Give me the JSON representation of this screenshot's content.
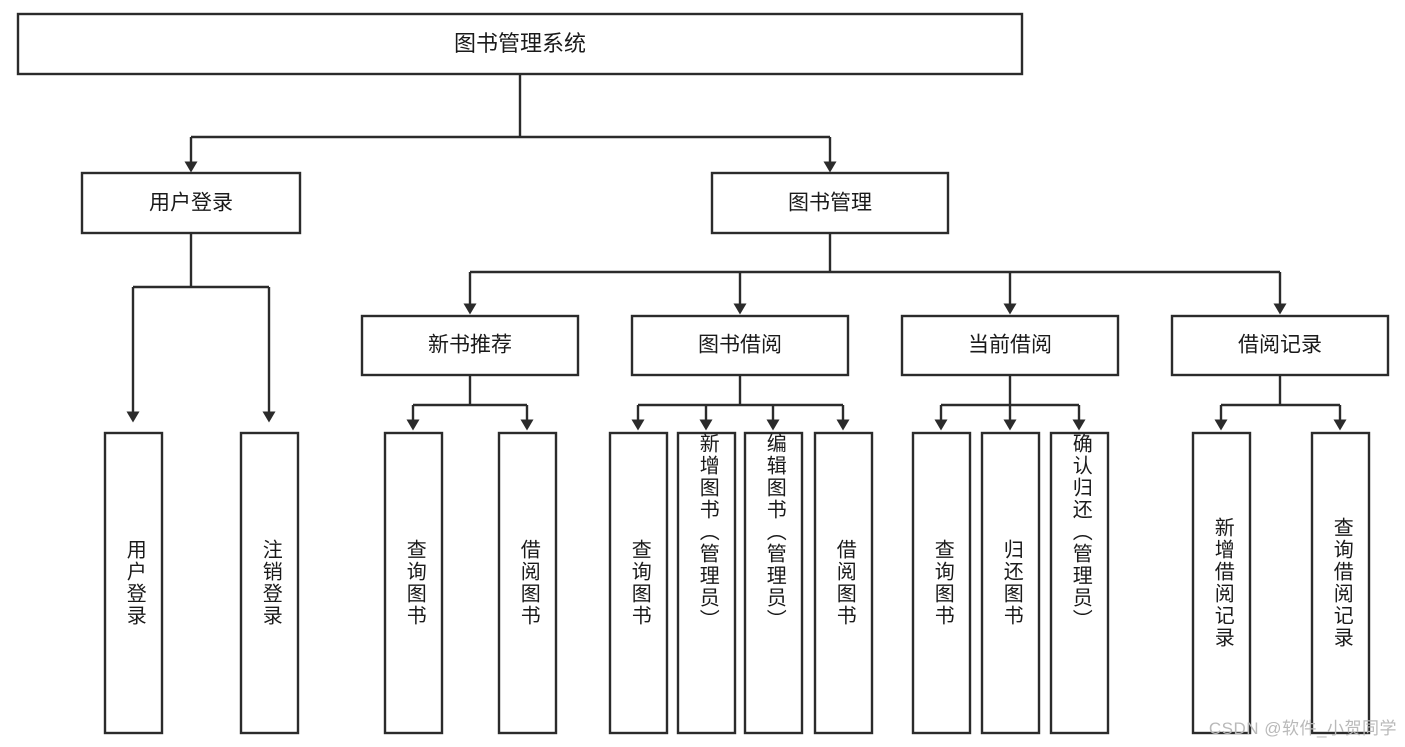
{
  "diagram": {
    "type": "tree",
    "title": "图书管理系统",
    "orientation": "top-down",
    "colors": {
      "box_stroke": "#2b2b2b",
      "box_fill": "#ffffff",
      "connector": "#2b2b2b",
      "text": "#1a1a1a",
      "background": "#ffffff",
      "watermark": "#b9b9b9"
    },
    "root": {
      "label": "图书管理系统"
    },
    "level2": [
      {
        "label": "用户登录"
      },
      {
        "label": "图书管理"
      }
    ],
    "level3": [
      {
        "label": "新书推荐"
      },
      {
        "label": "图书借阅"
      },
      {
        "label": "当前借阅"
      },
      {
        "label": "借阅记录"
      }
    ],
    "leaves": {
      "user_login": [
        {
          "label": "用户登录"
        },
        {
          "label": "注销登录"
        }
      ],
      "new_book_recommend": [
        {
          "label": "查询图书"
        },
        {
          "label": "借阅图书"
        }
      ],
      "book_borrow": [
        {
          "label": "查询图书"
        },
        {
          "label": "新增图书（管理员）"
        },
        {
          "label": "编辑图书（管理员）"
        },
        {
          "label": "借阅图书"
        }
      ],
      "current_borrow": [
        {
          "label": "查询图书"
        },
        {
          "label": "归还图书"
        },
        {
          "label": "确认归还（管理员）"
        }
      ],
      "borrow_record": [
        {
          "label": "新增借阅记录"
        },
        {
          "label": "查询借阅记录"
        }
      ]
    }
  },
  "watermark": {
    "text": "CSDN @软件_小贺同学"
  }
}
